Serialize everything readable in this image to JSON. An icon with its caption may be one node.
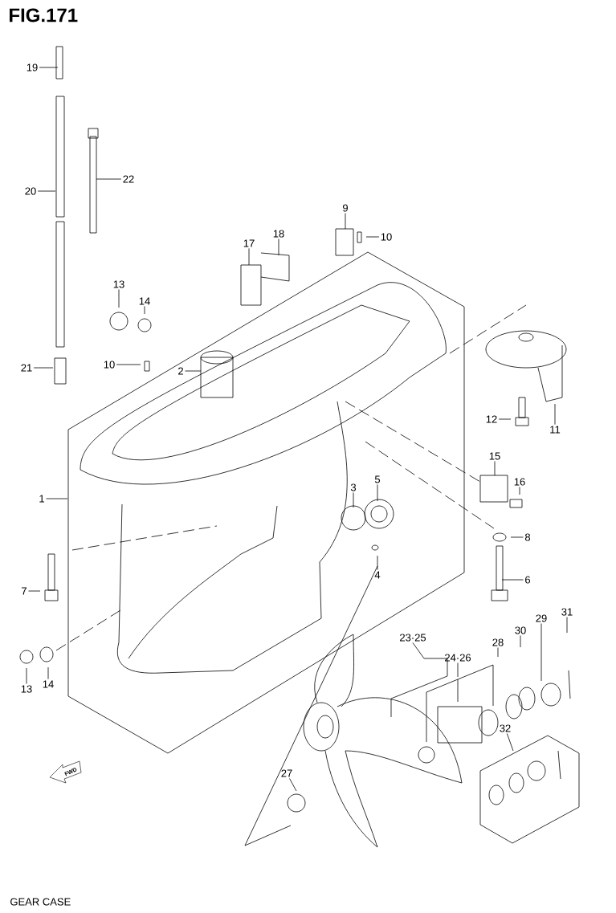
{
  "diagram": {
    "title": "FIG.171",
    "caption": "GEAR CASE",
    "nodes": [
      {
        "text": [
          "19"
        ]
      },
      {
        "text": [
          "20"
        ]
      },
      {
        "text": [
          "22"
        ]
      },
      {
        "text": [
          "9"
        ]
      },
      {
        "text": [
          "10"
        ]
      },
      {
        "text": [
          "17"
        ]
      },
      {
        "text": [
          "18"
        ]
      },
      {
        "text": [
          "13"
        ]
      },
      {
        "text": [
          "14"
        ]
      },
      {
        "text": [
          "10"
        ]
      },
      {
        "text": [
          "21"
        ]
      },
      {
        "text": [
          "2"
        ]
      },
      {
        "text": [
          "12"
        ]
      },
      {
        "text": [
          "11"
        ]
      },
      {
        "text": [
          "1"
        ]
      },
      {
        "text": [
          "15"
        ]
      },
      {
        "text": [
          "16"
        ]
      },
      {
        "text": [
          "3"
        ]
      },
      {
        "text": [
          "5"
        ]
      },
      {
        "text": [
          "8"
        ]
      },
      {
        "text": [
          "4"
        ]
      },
      {
        "text": [
          "6"
        ]
      },
      {
        "text": [
          "7"
        ]
      },
      {
        "text": [
          "13"
        ]
      },
      {
        "text": [
          "14"
        ]
      },
      {
        "text": [
          "23·25"
        ]
      },
      {
        "text": [
          "24·26"
        ]
      },
      {
        "text": [
          "28"
        ]
      },
      {
        "text": [
          "30"
        ]
      },
      {
        "text": [
          "29"
        ]
      },
      {
        "text": [
          "31"
        ]
      },
      {
        "text": [
          "32"
        ]
      },
      {
        "text": [
          "27"
        ]
      }
    ],
    "edges": [
      {
        "from": 0,
        "to": null,
        "arrow": "none"
      },
      {
        "from": 1,
        "to": null,
        "arrow": "none"
      },
      {
        "from": 2,
        "to": null,
        "arrow": "none"
      },
      {
        "from": 3,
        "to": null,
        "arrow": "none"
      },
      {
        "from": 4,
        "to": null,
        "arrow": "none"
      },
      {
        "from": 5,
        "to": null,
        "arrow": "none"
      },
      {
        "from": 6,
        "to": null,
        "arrow": "none"
      },
      {
        "from": 7,
        "to": null,
        "arrow": "none"
      },
      {
        "from": 8,
        "to": null,
        "arrow": "none"
      },
      {
        "from": 9,
        "to": null,
        "arrow": "none"
      },
      {
        "from": 10,
        "to": null,
        "arrow": "none"
      },
      {
        "from": 11,
        "to": null,
        "arrow": "none"
      },
      {
        "from": 12,
        "to": null,
        "arrow": "none"
      },
      {
        "from": 13,
        "to": null,
        "arrow": "none"
      },
      {
        "from": 14,
        "to": null,
        "arrow": "none"
      },
      {
        "from": 15,
        "to": null,
        "arrow": "none"
      },
      {
        "from": 16,
        "to": null,
        "arrow": "none"
      },
      {
        "from": 17,
        "to": null,
        "arrow": "none"
      },
      {
        "from": 18,
        "to": null,
        "arrow": "none"
      },
      {
        "from": 19,
        "to": null,
        "arrow": "none"
      },
      {
        "from": 20,
        "to": null,
        "arrow": "none"
      },
      {
        "from": 21,
        "to": null,
        "arrow": "none"
      },
      {
        "from": 22,
        "to": null,
        "arrow": "none"
      },
      {
        "from": 23,
        "to": null,
        "arrow": "none"
      },
      {
        "from": 24,
        "to": null,
        "arrow": "none"
      },
      {
        "from": 25,
        "to": null,
        "arrow": "none"
      },
      {
        "from": 26,
        "to": null,
        "arrow": "none"
      },
      {
        "from": 27,
        "to": null,
        "arrow": "none"
      },
      {
        "from": 28,
        "to": null,
        "arrow": "none"
      },
      {
        "from": 29,
        "to": null,
        "arrow": "none"
      },
      {
        "from": 30,
        "to": null,
        "arrow": "none"
      },
      {
        "from": 31,
        "to": null,
        "arrow": "none"
      },
      {
        "from": 32,
        "to": null,
        "arrow": "none"
      }
    ],
    "labels": [
      "FWD"
    ]
  }
}
